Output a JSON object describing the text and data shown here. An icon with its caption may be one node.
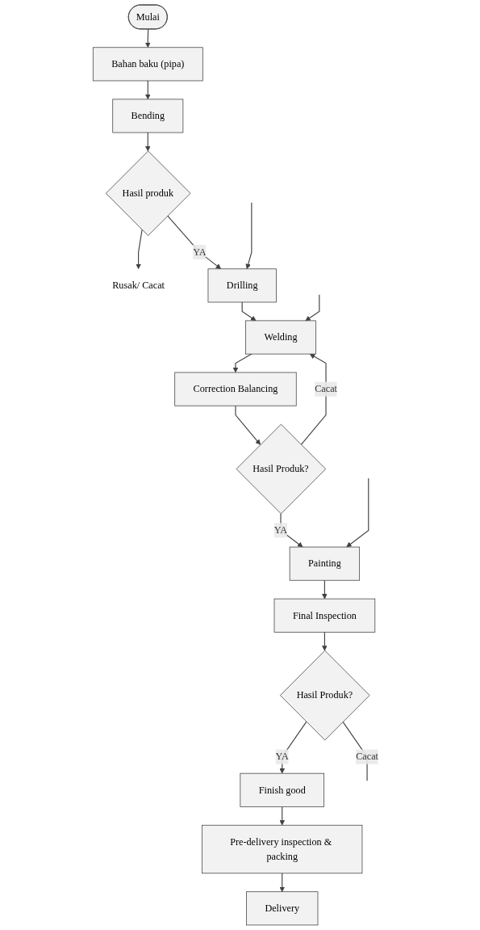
{
  "diagram": {
    "nodes": [
      {
        "text": [
          "Mulai"
        ]
      },
      {
        "text": [
          "Bahan baku (pipa)"
        ]
      },
      {
        "text": [
          "Bending"
        ]
      },
      {
        "text": [
          "Hasil produk"
        ]
      },
      {
        "text": [
          "Rusak/ Cacat"
        ]
      },
      {
        "text": [
          "Drilling"
        ]
      },
      {
        "text": [
          "Welding"
        ]
      },
      {
        "text": [
          "Correction Balancing"
        ]
      },
      {
        "text": [
          "Hasil Produk?"
        ]
      },
      {
        "text": [
          "Painting"
        ]
      },
      {
        "text": [
          "Final Inspection"
        ]
      },
      {
        "text": [
          "Hasil Produk?"
        ]
      },
      {
        "text": [
          "Finish good"
        ]
      },
      {
        "text": [
          "Pre-delivery inspection & packing"
        ]
      },
      {
        "text": [
          "Delivery"
        ]
      }
    ],
    "edges": [
      {
        "from": 0,
        "to": 1,
        "arrow": "to"
      },
      {
        "from": 1,
        "to": 2,
        "arrow": "to"
      },
      {
        "from": 2,
        "to": 3,
        "arrow": "to"
      },
      {
        "from": 3,
        "to": 4,
        "arrow": "to"
      },
      {
        "from": 3,
        "to": 5,
        "arrow": "to",
        "label": "YA"
      },
      {
        "from": 5,
        "to": 6,
        "arrow": "to"
      },
      {
        "from": 6,
        "to": 7,
        "arrow": "to"
      },
      {
        "from": 7,
        "to": 8,
        "arrow": "to"
      },
      {
        "from": 8,
        "to": 6,
        "arrow": "to",
        "label": "Cacat"
      },
      {
        "from": 8,
        "to": 9,
        "arrow": "to",
        "label": "YA"
      },
      {
        "from": 9,
        "to": 10,
        "arrow": "to"
      },
      {
        "from": 10,
        "to": 11,
        "arrow": "to"
      },
      {
        "from": 11,
        "to": 12,
        "arrow": "to",
        "label": "YA"
      },
      {
        "from": 12,
        "to": 13,
        "arrow": "to"
      },
      {
        "from": 13,
        "to": 14,
        "arrow": "to"
      },
      {
        "from": null,
        "to": 5,
        "arrow": "to"
      },
      {
        "from": null,
        "to": 6,
        "arrow": "to"
      },
      {
        "from": null,
        "to": 9,
        "arrow": "to"
      },
      {
        "from": 11,
        "to": null,
        "arrow": "none",
        "label": "Cacat"
      }
    ]
  }
}
